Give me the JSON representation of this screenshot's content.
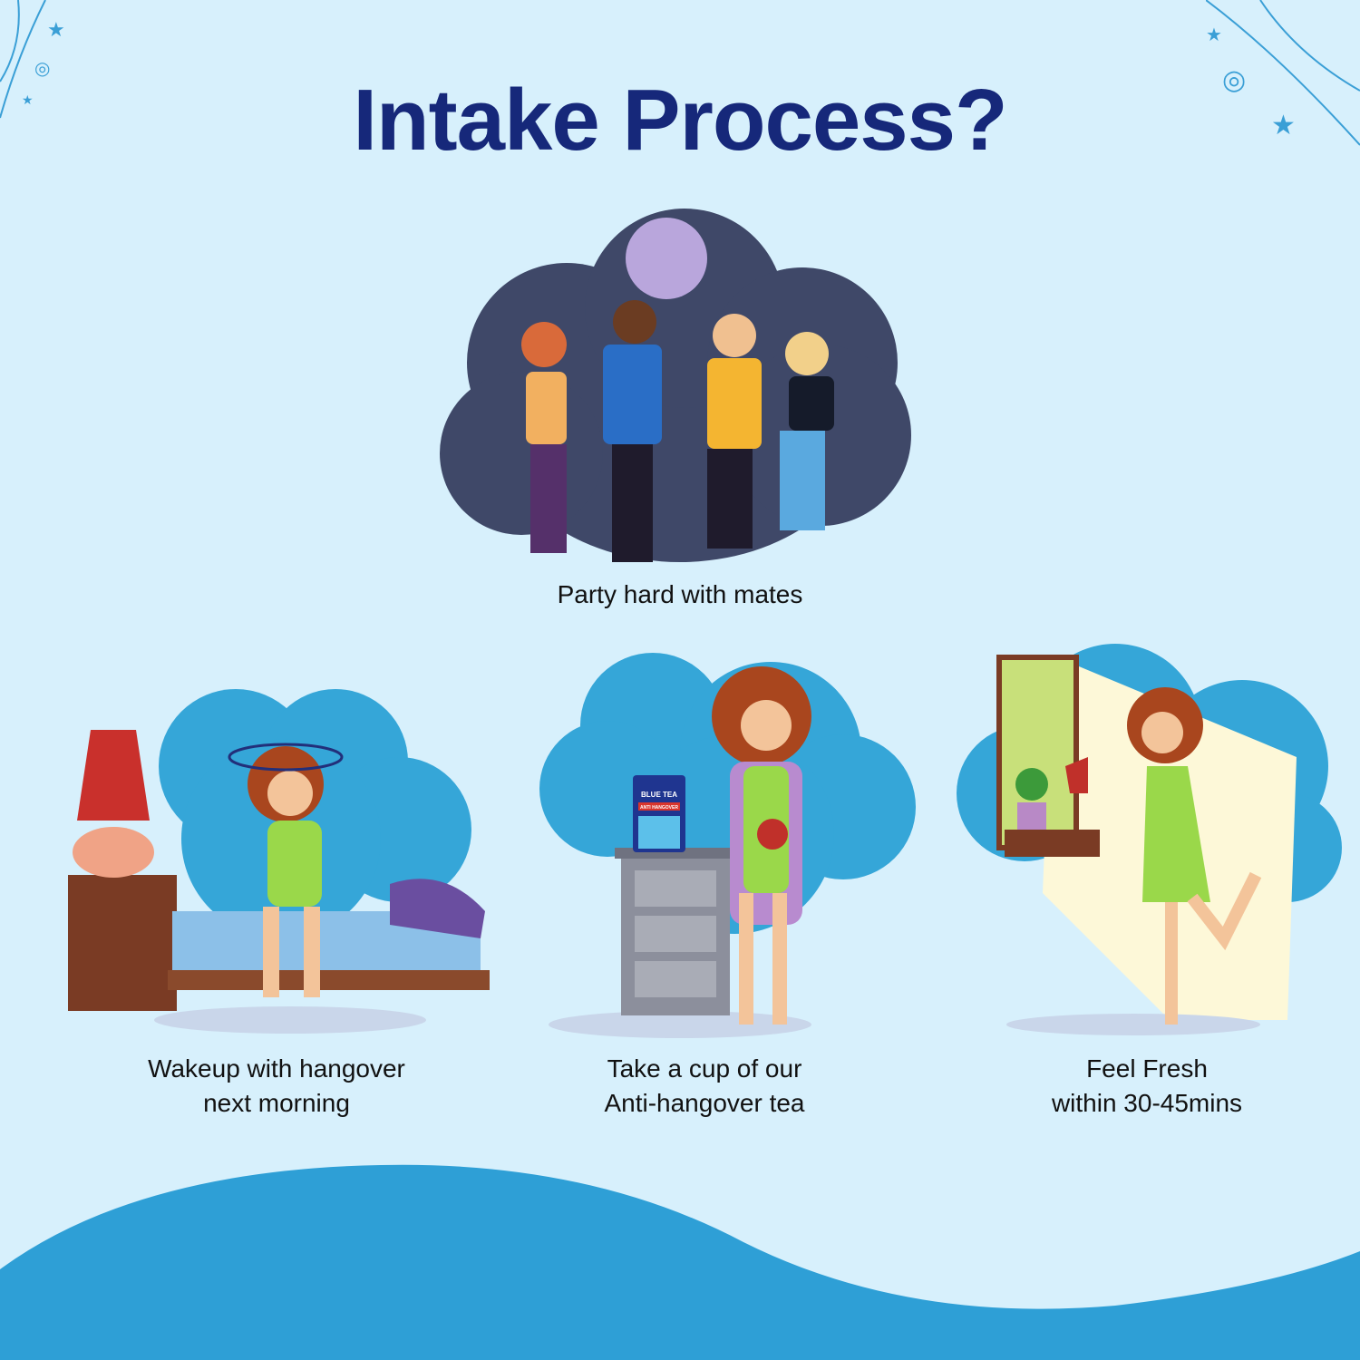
{
  "title": "Intake Process?",
  "colors": {
    "title": "#16287a",
    "background": "#d7f0fc",
    "cloud_blue": "#35a6d8",
    "party_cloud": "#3f4868",
    "wave": "#2e9fd6"
  },
  "steps": [
    {
      "caption_line1": "Party hard with mates",
      "caption_line2": ""
    },
    {
      "caption_line1": "Wakeup with hangover",
      "caption_line2": "next morning"
    },
    {
      "caption_line1": "Take a cup of our",
      "caption_line2": "Anti-hangover tea"
    },
    {
      "caption_line1": "Feel Fresh",
      "caption_line2": "within 30-45mins"
    }
  ],
  "product_package": {
    "brand": "BLUE TEA",
    "name": "ANTI HANGOVER"
  }
}
